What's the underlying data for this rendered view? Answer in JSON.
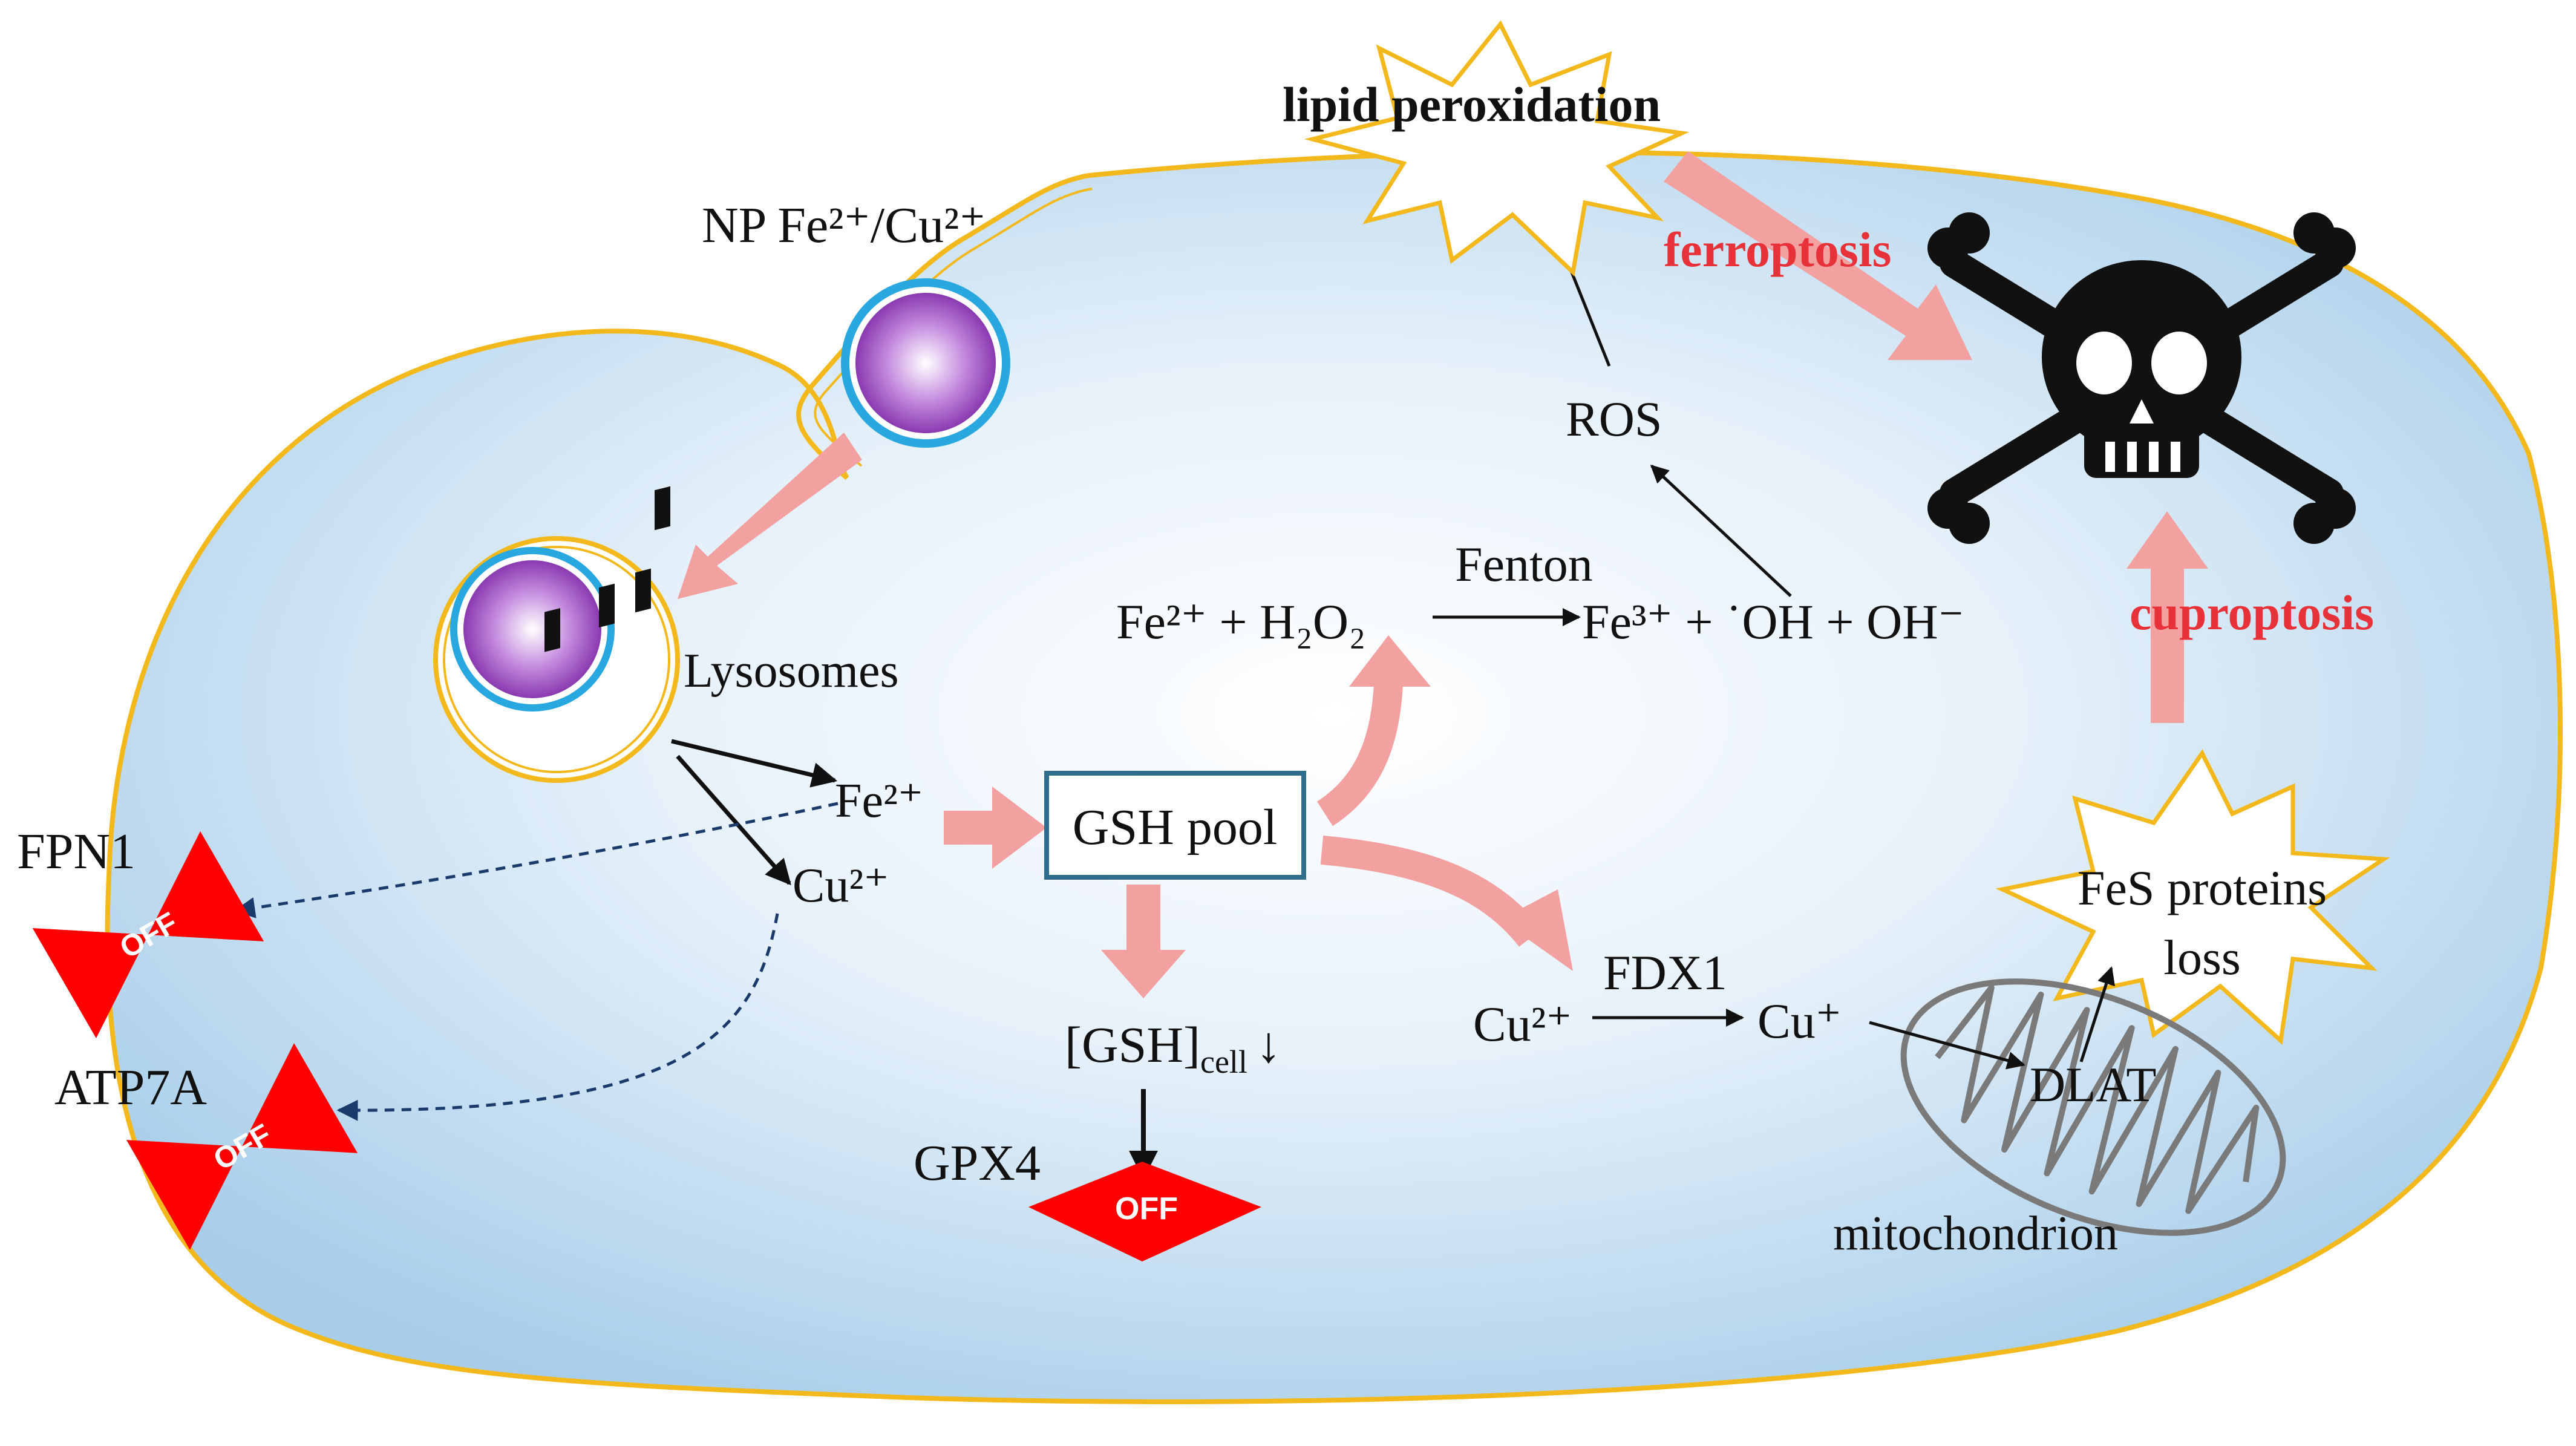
{
  "labels": {
    "nanoparticle": "NP Fe²⁺/Cu²⁺",
    "lysosomes": "Lysosomes",
    "fe_release": "Fe²⁺",
    "cu_release": "Cu²⁺",
    "gsh_pool": "GSH pool",
    "gsh_cell_main": "[GSH]",
    "gsh_cell_sub": "cell",
    "down_arrow": "↓",
    "gpx4": "GPX4",
    "fpn1": "FPN1",
    "atp7a": "ATP7A",
    "off": "OFF",
    "fenton": "Fenton",
    "fenton_left": "Fe²⁺ + H₂O₂",
    "fenton_right": "Fe³⁺ + ˙OH + OH⁻",
    "ros": "ROS",
    "lipid_peroxidation": "lipid peroxidation",
    "ferroptosis": "ferroptosis",
    "cuproptosis": "cuproptosis",
    "fdx1": "FDX1",
    "cu2_fdx": "Cu²⁺",
    "cu_plus": "Cu⁺",
    "dlat": "DLAT",
    "fes_line1": "FeS proteins",
    "fes_line2": "loss",
    "mitochondrion": "mitochondrion"
  },
  "colors": {
    "cell_fill": "#bcdaf0",
    "membrane": "#f2b81c",
    "flow_arrow": "#f2a0a0",
    "off_marker": "#ff0000",
    "death_label": "#e8323a",
    "gsh_box_border": "#2e6e8c",
    "dashed_arrow": "#1a3a6b",
    "nanoparticle_core": "#a855c8",
    "nanoparticle_shell": "#29a8e0"
  },
  "icons": {
    "death": "skull-crossbones-icon",
    "off_marker": "bowtie-off-icon",
    "gpx4_marker": "diamond-off-icon"
  }
}
